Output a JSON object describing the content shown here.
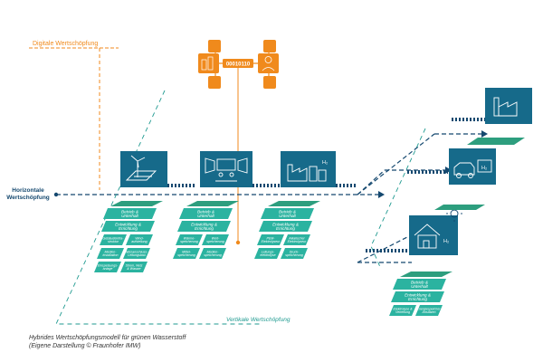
{
  "labels": {
    "digital": "Digitale Wertschöpfung",
    "horizontal_line1": "Horizontale",
    "horizontal_line2": "Wertschöpfung",
    "vertical": "Vertikale Wertschöpfung",
    "binary": "00010110"
  },
  "icons": {
    "h2_symbol": "H₂",
    "panels": [
      "wind-solar-icon",
      "control-room-icon",
      "electrolyzer-factory-icon",
      "factory-icon",
      "truck-car-icon",
      "house-solar-icon"
    ],
    "digital_nodes": [
      "database-icon",
      "person-headset-icon",
      "plus-node-icon"
    ]
  },
  "clusters": [
    {
      "top1": "Betrieb & Unterhalt",
      "top2": "Entwicklung & Errichtung",
      "small": [
        "Gebäudeinfra-struktur",
        "Wind-aufstellung",
        "Medien-installation",
        "Netzanschluss-Leitungsbau",
        "Einspeisungs-anlage",
        "Strom, Netz & Wasser"
      ]
    },
    {
      "top1": "Betrieb & Unterhalt",
      "top2": "Entwicklung & Errichtung",
      "small": [
        "Wärme-speicherung",
        "Wert-speicherung",
        "Mittel-speicherung",
        "Medien-speicherung"
      ]
    },
    {
      "top1": "Betrieb & Unterhalt",
      "top2": "Entwicklung & Errichtung",
      "small": [
        "PEM-Elektrolyseur",
        "Alkalischer Elektrolyseur",
        "Leitungs-elektrolyse",
        "Druck-speicherung"
      ]
    },
    {
      "top1": "Betrieb & Unterhalt",
      "top2": "Entwicklung & Errichtung",
      "small": [
        "Elektrolyse & Verteilung",
        "Energiespeicher-Ansätzen"
      ]
    }
  ],
  "caption": {
    "line1": "Hybrides Wertschöpfungsmodell für grünen Wasserstoff",
    "line2": "(Eigene Darstellung © Fraunhofer IMW)"
  },
  "colors": {
    "orange": "#f08a1c",
    "teal": "#1f9a90",
    "navy": "#14486f",
    "panel": "#166a8a",
    "tile": "#2bb3a0",
    "green": "#2d9e7e"
  }
}
